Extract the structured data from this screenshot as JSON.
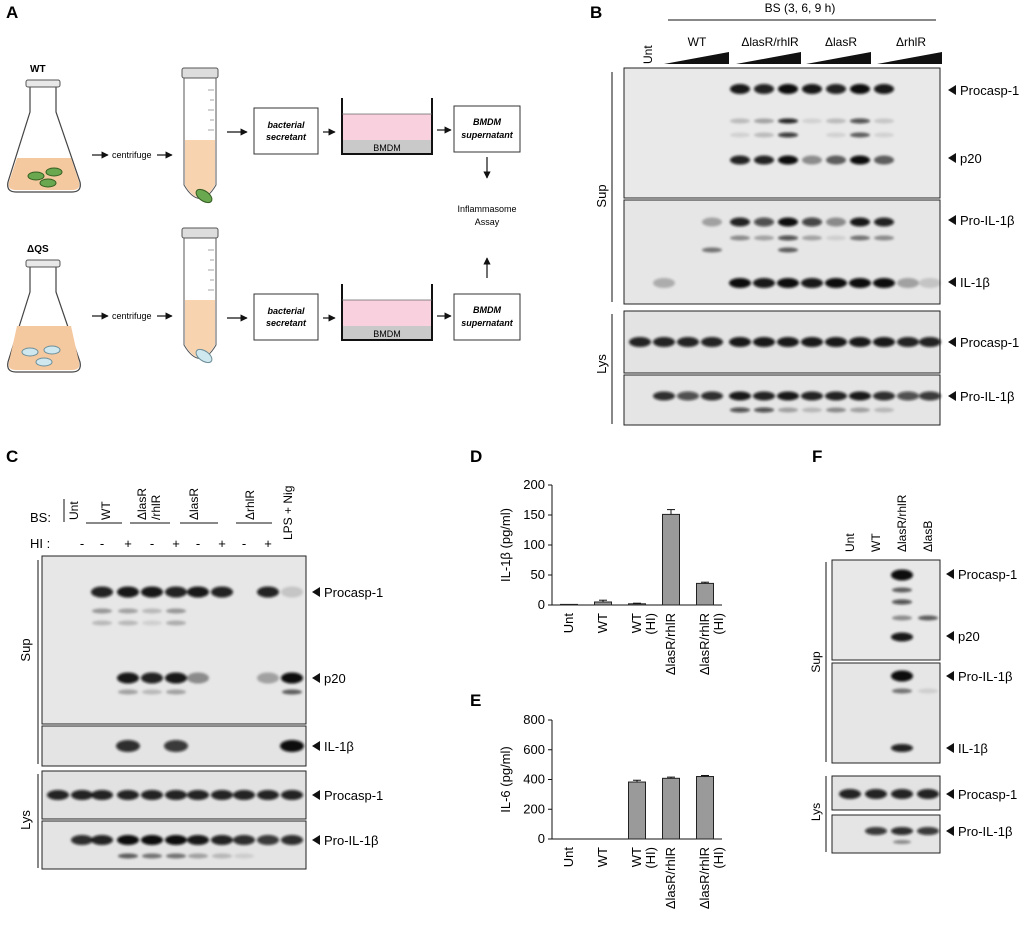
{
  "panels": {
    "A": {
      "letter": "A",
      "wt_label": "WT",
      "qs_label": "ΔQS",
      "centrifuge": "centrifuge",
      "secretant_line1": "bacterial",
      "secretant_line2": "secretant",
      "bmdm": "BMDM",
      "super_line1": "BMDM",
      "super_line2": "supernatant",
      "assay_line1": "Inflammasome",
      "assay_line2": "Assay"
    },
    "B": {
      "letter": "B",
      "header": "BS  (3, 6, 9 h)",
      "unt": "Unt",
      "groups": [
        "WT",
        "ΔlasR/rhlR",
        "ΔlasR",
        "ΔrhlR"
      ],
      "sup": "Sup",
      "lys": "Lys",
      "bands": [
        "Procasp-1",
        "p20",
        "Pro-IL-1β",
        "IL-1β",
        "Procasp-1",
        "Pro-IL-1β"
      ]
    },
    "C": {
      "letter": "C",
      "bs_label": "BS:",
      "hi_label": "HI :",
      "unt": "Unt",
      "groups": [
        "WT",
        "ΔlasR",
        "/rhlR",
        "ΔlasR",
        "ΔrhlR",
        "LPS + Nig"
      ],
      "hi_signs": [
        "-",
        "-",
        "+",
        "-",
        "+",
        "-",
        "+",
        "-",
        "+"
      ],
      "sup": "Sup",
      "lys": "Lys",
      "bands": [
        "Procasp-1",
        "p20",
        "IL-1β",
        "Procasp-1",
        "Pro-IL-1β"
      ]
    },
    "D": {
      "letter": "D"
    },
    "E": {
      "letter": "E"
    },
    "F": {
      "letter": "F",
      "lanes": [
        "Unt",
        "WT",
        "ΔlasR/rhlR",
        "ΔlasB"
      ],
      "sup": "Sup",
      "lys": "Lys",
      "bands": [
        "Procasp-1",
        "p20",
        "Pro-IL-1β",
        "IL-1β",
        "Procasp-1",
        "Pro-IL-1β"
      ]
    }
  },
  "chart_data": [
    {
      "panel": "D",
      "type": "bar",
      "ylabel": "IL-1β (pg/ml)",
      "ylim": [
        0,
        200
      ],
      "yticks": [
        0,
        50,
        100,
        150,
        200
      ],
      "categories": [
        "Unt",
        "WT",
        "WT (HI)",
        "ΔlasR/rhlR",
        "ΔlasR/rhlR (HI)"
      ],
      "values": [
        1,
        5,
        2,
        151,
        36
      ],
      "errors": [
        0,
        3,
        1,
        8,
        2
      ]
    },
    {
      "panel": "E",
      "type": "bar",
      "ylabel": "IL-6 (pg/ml)",
      "ylim": [
        0,
        800
      ],
      "yticks": [
        0,
        200,
        400,
        600,
        800
      ],
      "categories": [
        "Unt",
        "WT",
        "WT (HI)",
        "ΔlasR/rhlR",
        "ΔlasR/rhlR (HI)"
      ],
      "values": [
        0,
        0,
        383,
        408,
        420
      ],
      "errors": [
        0,
        0,
        12,
        8,
        7
      ]
    }
  ]
}
